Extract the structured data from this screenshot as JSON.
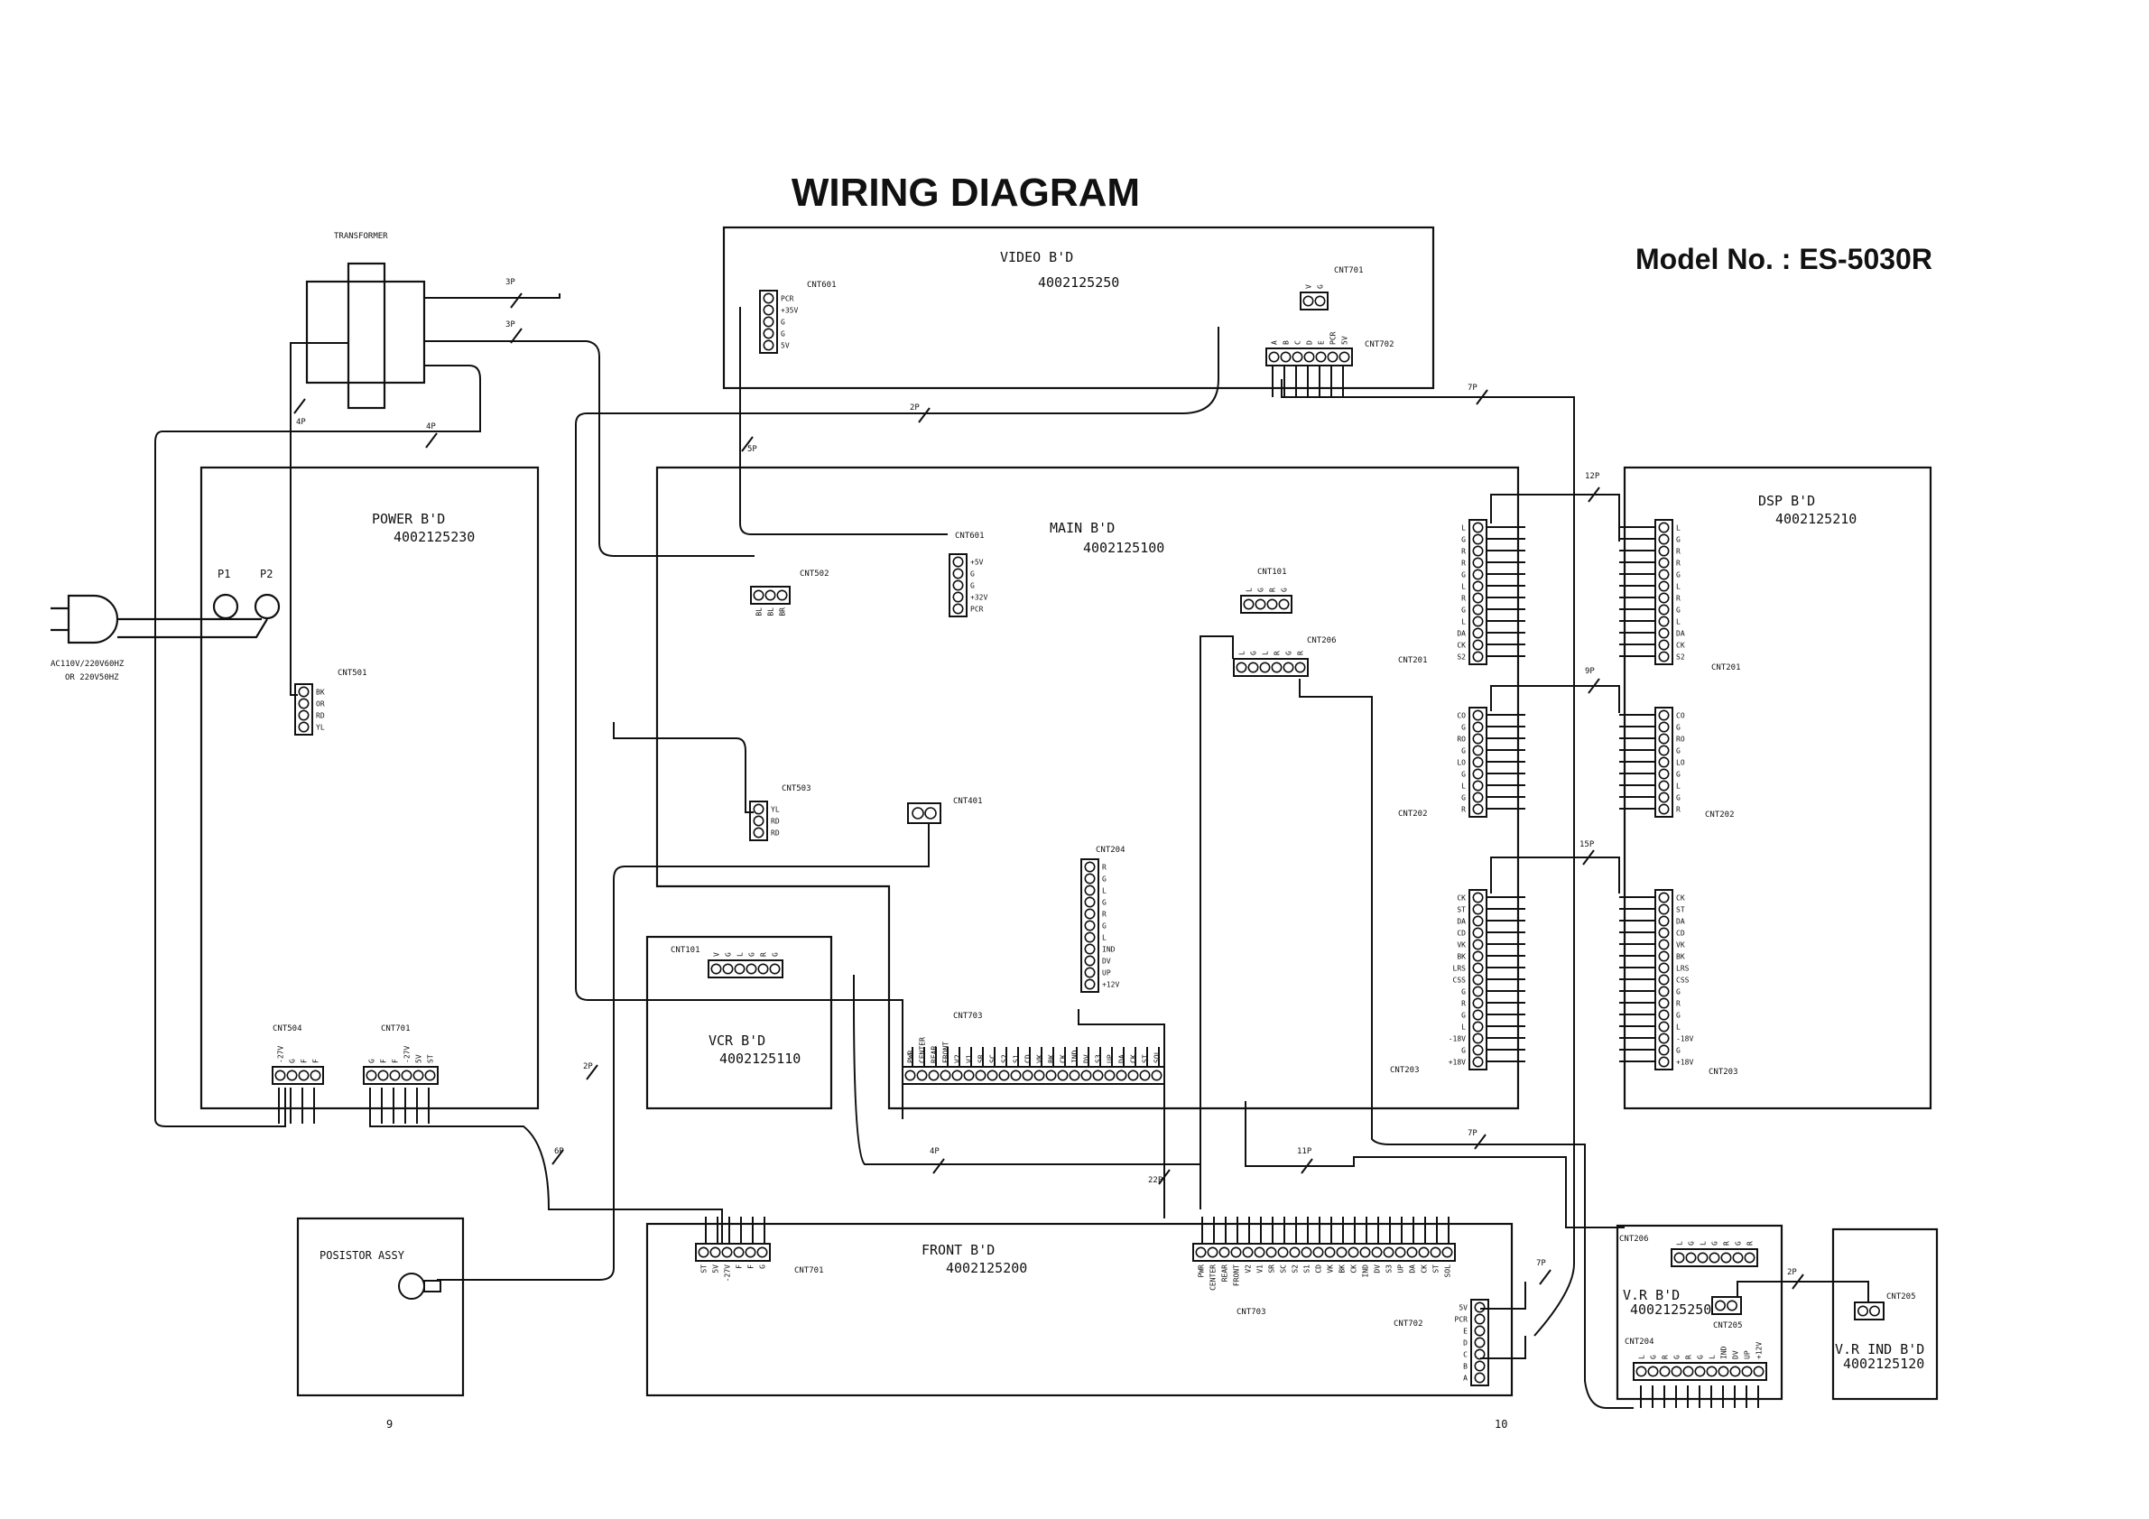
{
  "title": "WIRING DIAGRAM",
  "model": "Model No. : ES-5030R",
  "page_left": "9",
  "page_right": "10",
  "transformer": "TRANSFORMER",
  "ac_line1": "AC110V/220V60HZ",
  "ac_line2": "OR 220V50HZ",
  "p1": "P1",
  "p2": "P2",
  "boards": {
    "video": {
      "name": "VIDEO B'D",
      "part": "4002125250"
    },
    "power": {
      "name": "POWER B'D",
      "part": "4002125230"
    },
    "main": {
      "name": "MAIN B'D",
      "part": "4002125100"
    },
    "dsp": {
      "name": "DSP B'D",
      "part": "4002125210"
    },
    "vcr": {
      "name": "VCR B'D",
      "part": "4002125110"
    },
    "front": {
      "name": "FRONT B'D",
      "part": "4002125200"
    },
    "vr": {
      "name": "V.R B'D",
      "part": "4002125250"
    },
    "vrind": {
      "name": "V.R IND B'D",
      "part": "4002125120"
    },
    "posistor": {
      "name": "POSISTOR ASSY"
    }
  },
  "connectors": {
    "video_cnt601": "CNT601",
    "video_cnt701": "CNT701",
    "video_cnt702": "CNT702",
    "power_cnt501": "CNT501",
    "power_cnt504": "CNT504",
    "power_cnt701": "CNT701",
    "main_cnt502": "CNT502",
    "main_cnt601": "CNT601",
    "main_cnt101": "CNT101",
    "main_cnt206": "CNT206",
    "main_cnt201": "CNT201",
    "main_cnt202": "CNT202",
    "main_cnt203": "CNT203",
    "main_cnt503": "CNT503",
    "main_cnt401": "CNT401",
    "main_cnt204": "CNT204",
    "main_cnt703": "CNT703",
    "vcr_cnt101": "CNT101",
    "dsp_cnt201": "CNT201",
    "dsp_cnt202": "CNT202",
    "dsp_cnt203": "CNT203",
    "front_cnt701": "CNT701",
    "front_cnt703": "CNT703",
    "front_cnt702": "CNT702",
    "vr_cnt206": "CNT206",
    "vr_cnt205": "CNT205",
    "vr_cnt204": "CNT204",
    "vrind_cnt205": "CNT205"
  },
  "pins": {
    "video_cnt601": [
      "PCR",
      "+35V",
      "G",
      "G",
      "5V"
    ],
    "video_cnt701": [
      "V",
      "G"
    ],
    "video_cnt702": [
      "A",
      "B",
      "C",
      "D",
      "E",
      "PCR",
      "5V"
    ],
    "power_cnt501": [
      "BK",
      "OR",
      "RD",
      "YL"
    ],
    "power_cnt504": [
      "-27V",
      "G",
      "F",
      "F"
    ],
    "power_cnt701": [
      "G",
      "F",
      "F",
      "-27V",
      "5V",
      "ST"
    ],
    "main_cnt502": [
      "BL",
      "BL",
      "BR"
    ],
    "main_cnt601": [
      "+5V",
      "G",
      "G",
      "+32V",
      "PCR"
    ],
    "main_cnt101": [
      "L",
      "G",
      "R",
      "G"
    ],
    "main_cnt206": [
      "L",
      "G",
      "L",
      "R",
      "G",
      "R"
    ],
    "main_cnt201": [
      "L",
      "G",
      "R",
      "R",
      "G",
      "L",
      "R",
      "G",
      "L",
      "DA",
      "CK",
      "S2"
    ],
    "main_cnt202": [
      "CO",
      "G",
      "RO",
      "G",
      "LO",
      "G",
      "L",
      "G",
      "R"
    ],
    "main_cnt203": [
      "CK",
      "ST",
      "DA",
      "CD",
      "VK",
      "BK",
      "LRS",
      "CSS",
      "G",
      "R",
      "G",
      "L",
      "-18V",
      "G",
      "+18V"
    ],
    "main_cnt503": [
      "YL",
      "RD",
      "RD"
    ],
    "main_cnt204": [
      "R",
      "G",
      "L",
      "G",
      "R",
      "G",
      "L",
      "IND",
      "DV",
      "UP",
      "+12V"
    ],
    "main_cnt703": [
      "PWR",
      "CENTER",
      "REAR",
      "FRONT",
      "V2",
      "V1",
      "SR",
      "SC",
      "S2",
      "S1",
      "CD",
      "VK",
      "BK",
      "CK",
      "IND",
      "DV",
      "S3",
      "UP",
      "DA",
      "CK",
      "ST",
      "SOL"
    ],
    "vcr_cnt101": [
      "V",
      "G",
      "L",
      "G",
      "R",
      "G"
    ],
    "dsp_cnt201": [
      "L",
      "G",
      "R",
      "R",
      "G",
      "L",
      "R",
      "G",
      "L",
      "DA",
      "CK",
      "S2"
    ],
    "dsp_cnt202": [
      "CO",
      "G",
      "RO",
      "G",
      "LO",
      "G",
      "L",
      "G",
      "R"
    ],
    "dsp_cnt203": [
      "CK",
      "ST",
      "DA",
      "CD",
      "VK",
      "BK",
      "LRS",
      "CSS",
      "G",
      "R",
      "G",
      "L",
      "-18V",
      "G",
      "+18V"
    ],
    "front_cnt701": [
      "ST",
      "5V",
      "-27V",
      "F",
      "F",
      "G"
    ],
    "front_cnt703": [
      "PWR",
      "CENTER",
      "REAR",
      "FRONT",
      "V2",
      "V1",
      "SR",
      "SC",
      "S2",
      "S1",
      "CD",
      "VK",
      "BK",
      "CK",
      "IND",
      "DV",
      "S3",
      "UP",
      "DA",
      "CK",
      "ST",
      "SOL"
    ],
    "front_cnt702": [
      "5V",
      "PCR",
      "E",
      "D",
      "C",
      "B",
      "A"
    ],
    "vr_cnt206": [
      "L",
      "G",
      "L",
      "G",
      "R",
      "G",
      "R"
    ],
    "vr_cnt204": [
      "L",
      "G",
      "R",
      "G",
      "R",
      "G",
      "L",
      "IND",
      "DV",
      "UP",
      "+12V"
    ]
  },
  "wires": {
    "tr_3p_a": "3P",
    "tr_3p_b": "3P",
    "tr_4p_left": "4P",
    "tr_4p_right": "4P",
    "video_2p": "2P",
    "video_7p": "7P",
    "video_5p": "5P",
    "dsp_12p": "12P",
    "dsp_9p": "9P",
    "dsp_15p": "15P",
    "posistor_2p": "2P",
    "power_6p": "6P",
    "vcr_4p": "4P",
    "main_22p": "22P",
    "vr_11p": "11P",
    "vr_7p": "7P",
    "front_7p": "7P",
    "vrind_2p": "2P"
  }
}
